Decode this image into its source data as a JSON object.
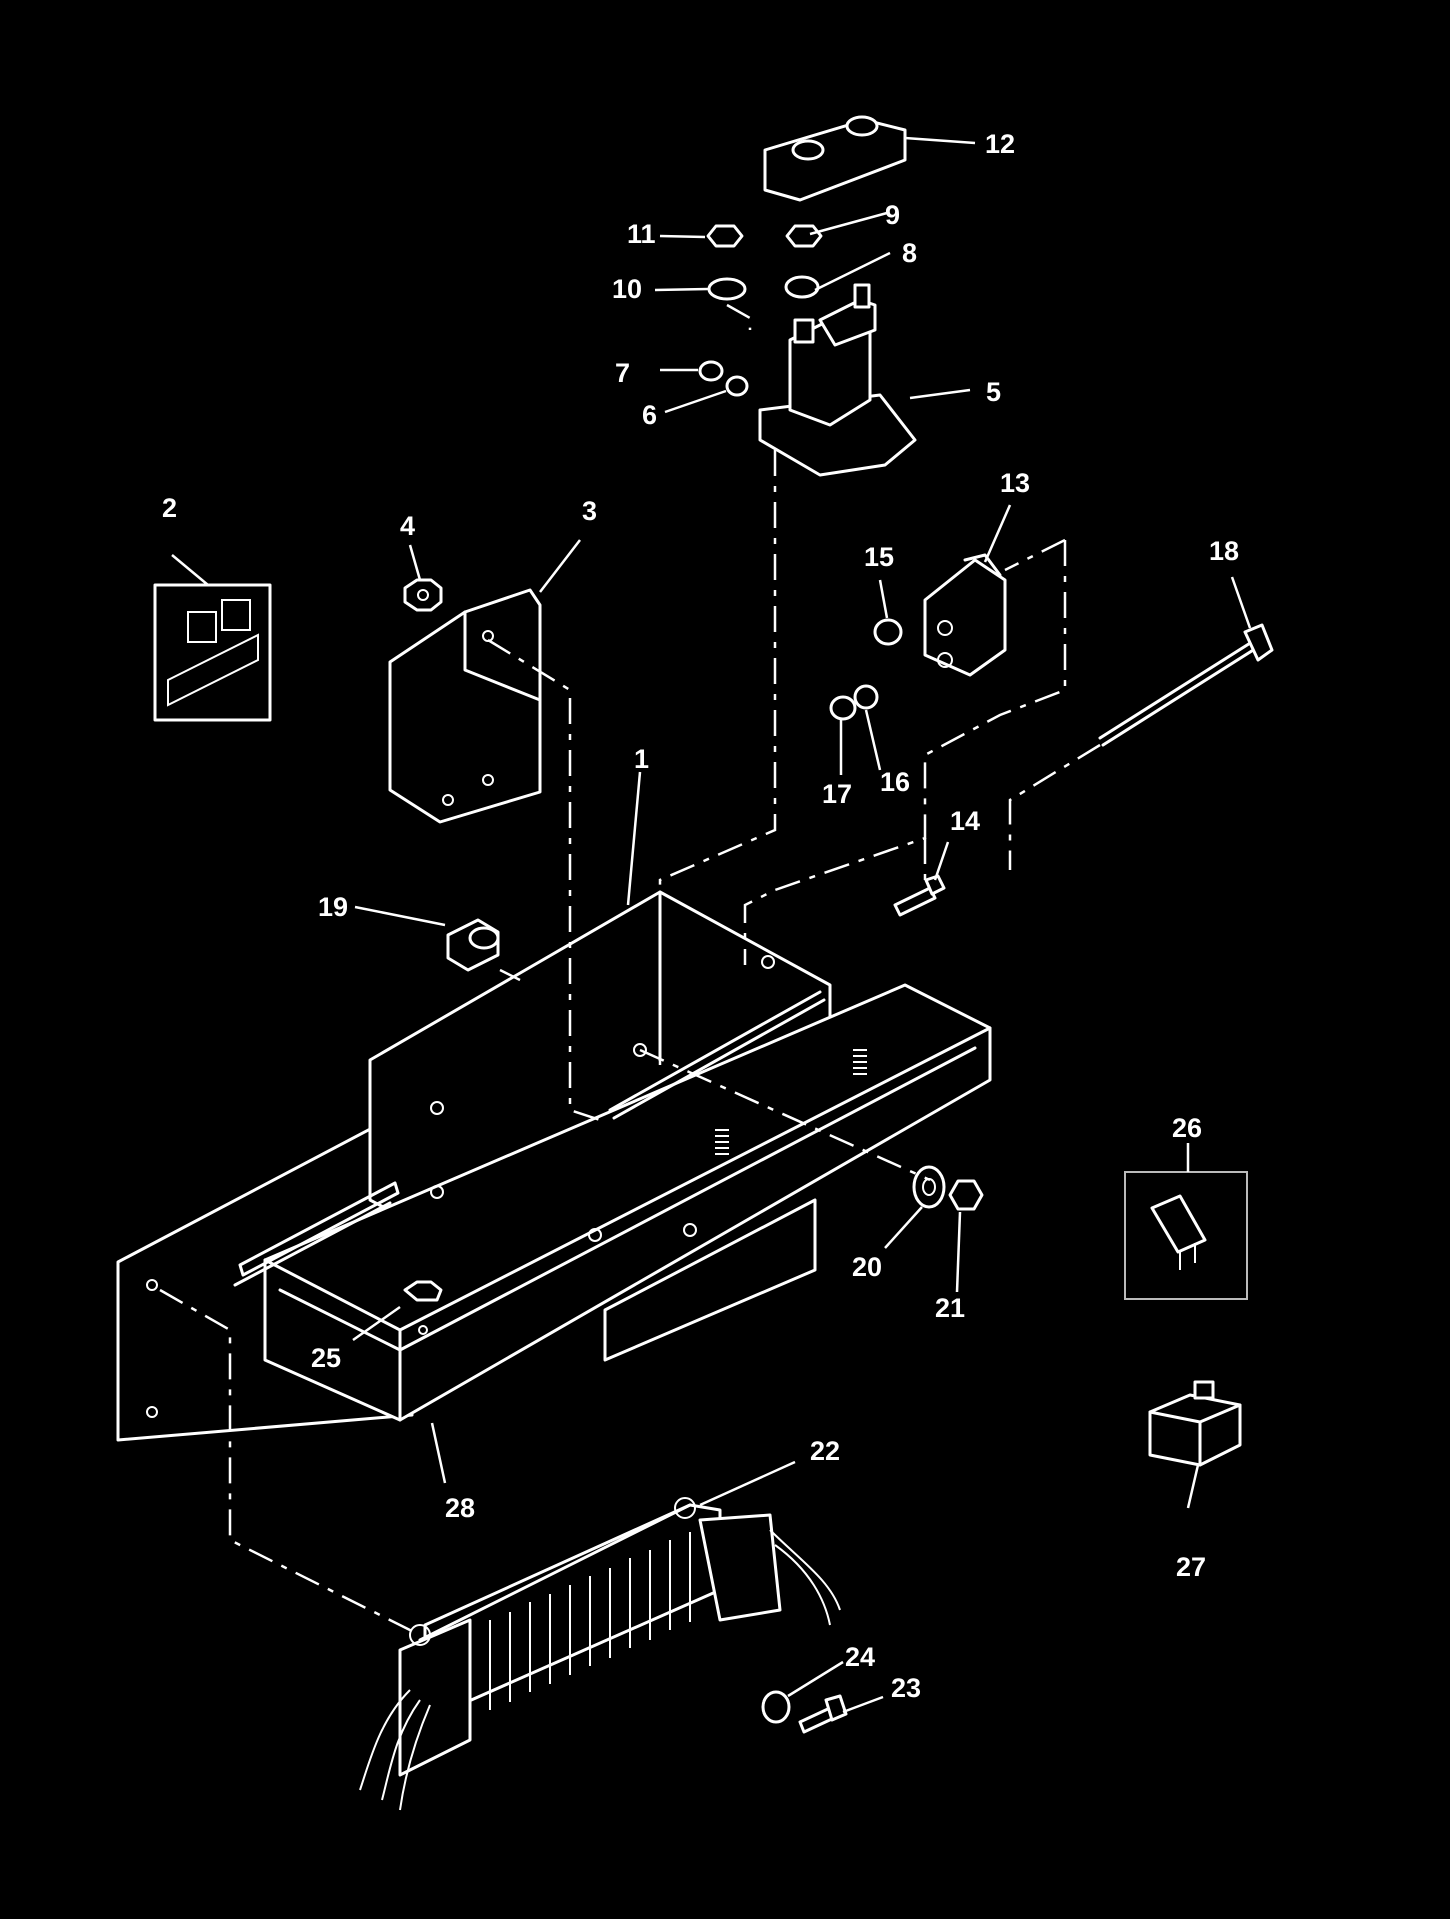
{
  "callouts": [
    {
      "id": "p1",
      "text": "1"
    },
    {
      "id": "p2",
      "text": "2"
    },
    {
      "id": "p3",
      "text": "3"
    },
    {
      "id": "p4",
      "text": "4"
    },
    {
      "id": "p5",
      "text": "5"
    },
    {
      "id": "p6",
      "text": "6"
    },
    {
      "id": "p7",
      "text": "7"
    },
    {
      "id": "p8",
      "text": "8"
    },
    {
      "id": "p9",
      "text": "9"
    },
    {
      "id": "p10",
      "text": "10"
    },
    {
      "id": "p11",
      "text": "11"
    },
    {
      "id": "p12",
      "text": "12"
    },
    {
      "id": "p13",
      "text": "13"
    },
    {
      "id": "p14",
      "text": "14"
    },
    {
      "id": "p15",
      "text": "15"
    },
    {
      "id": "p16",
      "text": "16"
    },
    {
      "id": "p17",
      "text": "17"
    },
    {
      "id": "p18",
      "text": "18"
    },
    {
      "id": "p19",
      "text": "19"
    },
    {
      "id": "p20",
      "text": "20"
    },
    {
      "id": "p21",
      "text": "21"
    },
    {
      "id": "p22",
      "text": "22"
    },
    {
      "id": "p23",
      "text": "23"
    },
    {
      "id": "p24",
      "text": "24"
    },
    {
      "id": "p25",
      "text": "25"
    },
    {
      "id": "p26",
      "text": "26"
    },
    {
      "id": "p27",
      "text": "27"
    },
    {
      "id": "p28",
      "text": "28"
    }
  ],
  "colors": {
    "background": "#000000",
    "line": "#ffffff"
  }
}
